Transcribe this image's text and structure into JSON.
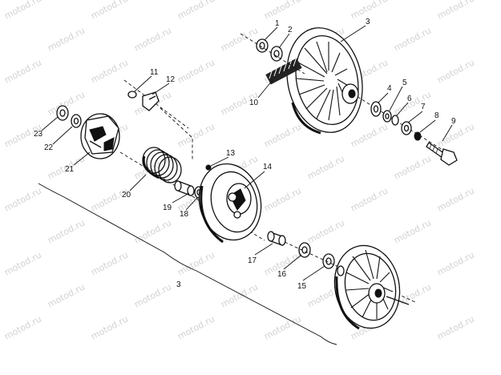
{
  "watermark": {
    "text": "motod.ru"
  },
  "callouts": {
    "c1": "1",
    "c2": "2",
    "c3": "3",
    "c4": "4",
    "c5": "5",
    "c6": "6",
    "c7": "7",
    "c8": "8",
    "c9": "9",
    "c10": "10",
    "c11": "11",
    "c12": "12",
    "c13": "13",
    "c14": "14",
    "c15": "15",
    "c16": "16",
    "c17": "17",
    "c18": "18",
    "c19": "19",
    "c20": "20",
    "c21": "21",
    "c22": "22",
    "c23": "23",
    "assembly": "3"
  }
}
